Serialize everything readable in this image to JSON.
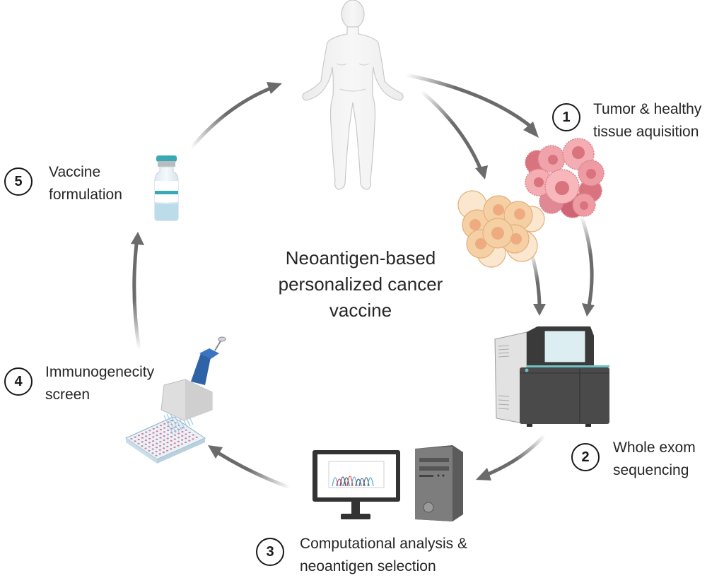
{
  "diagram": {
    "title": "Neoantigen-based personalized cancer vaccine",
    "title_lines": [
      "Neoantigen-based",
      "personalized cancer",
      "vaccine"
    ],
    "arrow_color": "#6b6b6b",
    "steps": [
      {
        "number": "1",
        "lines": [
          "Tumor & healthy",
          "tissue aquisition"
        ],
        "illustration": "tumor-and-healthy-cell-clusters"
      },
      {
        "number": "2",
        "lines": [
          "Whole exom",
          "sequencing"
        ],
        "illustration": "sequencer-machine"
      },
      {
        "number": "3",
        "lines": [
          "Computational analysis &",
          "neoantigen selection"
        ],
        "illustration": "computer-with-chromatogram"
      },
      {
        "number": "4",
        "lines": [
          "Immunogenecity",
          "screen"
        ],
        "illustration": "multichannel-pipette-and-well-plate"
      },
      {
        "number": "5",
        "lines": [
          "Vaccine",
          "formulation"
        ],
        "illustration": "vaccine-vial"
      }
    ],
    "patient": {
      "illustration": "human-body"
    },
    "colors": {
      "tumor_cells": "#e89aa0",
      "healthy_cells": "#f4c89a",
      "pipette_blue": "#2f63a8",
      "vial_cap": "#3aa9b5",
      "sequencer_body": "#3d3d3d"
    }
  }
}
